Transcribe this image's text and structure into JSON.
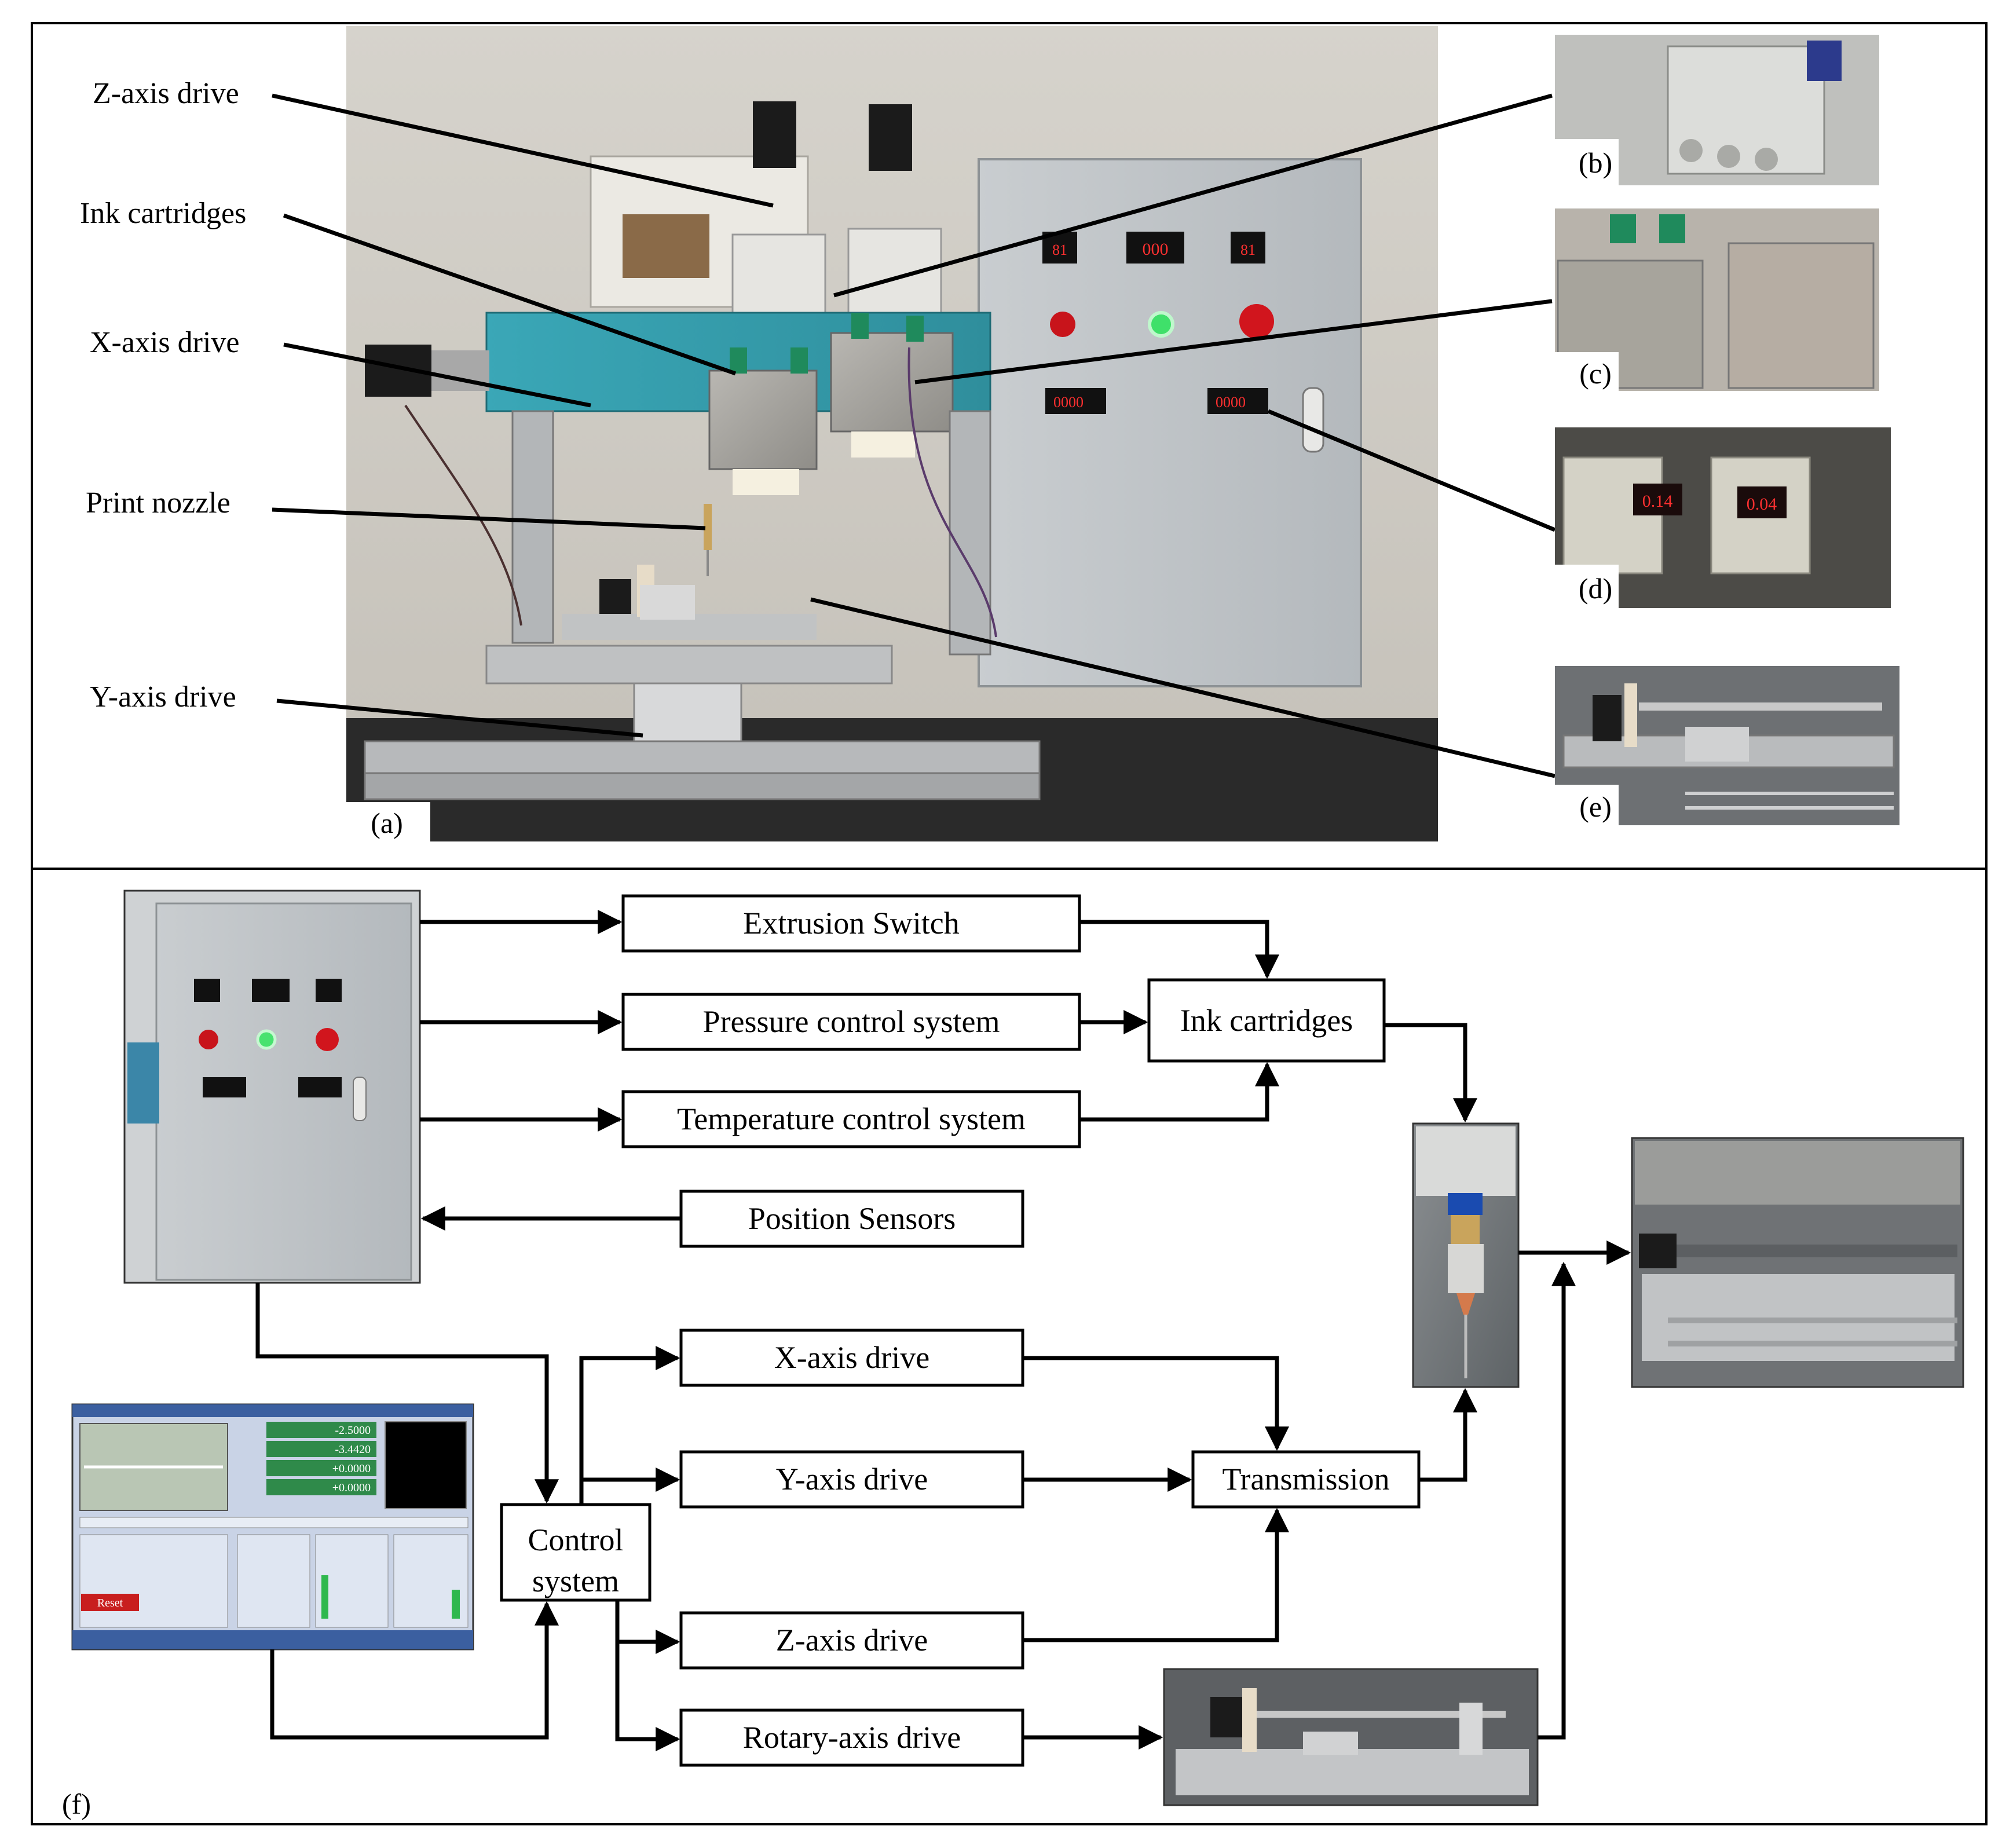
{
  "panel_a": {
    "callouts": {
      "z_axis_drive": "Z-axis drive",
      "ink_cartridges": "Ink cartridges",
      "x_axis_drive": "X-axis drive",
      "print_nozzle": "Print nozzle",
      "y_axis_drive": "Y-axis drive"
    },
    "panel_label": "(a)",
    "lcd_readouts": [
      "81",
      "000",
      "81",
      "0000",
      "0000"
    ]
  },
  "insets": {
    "b": "(b)",
    "c": "(c)",
    "d": "(d)",
    "e": "(e)",
    "d_readouts": [
      "0.14",
      "0.04"
    ]
  },
  "panel_f": {
    "panel_label": "(f)",
    "boxes": {
      "extrusion_switch": "Extrusion Switch",
      "pressure_control": "Pressure control system",
      "temperature_control": "Temperature control system",
      "ink_cartridges": "Ink cartridges",
      "position_sensors": "Position Sensors",
      "control_system_line1": "Control",
      "control_system_line2": "system",
      "x_axis_drive": "X-axis drive",
      "y_axis_drive": "Y-axis drive",
      "z_axis_drive": "Z-axis drive",
      "rotary_axis_drive": "Rotary-axis drive",
      "transmission": "Transmission"
    },
    "software_readouts": [
      "-2.5000",
      "-3.4420",
      "+0.0000",
      "+0.0000"
    ],
    "software_reset_label": "Reset"
  }
}
